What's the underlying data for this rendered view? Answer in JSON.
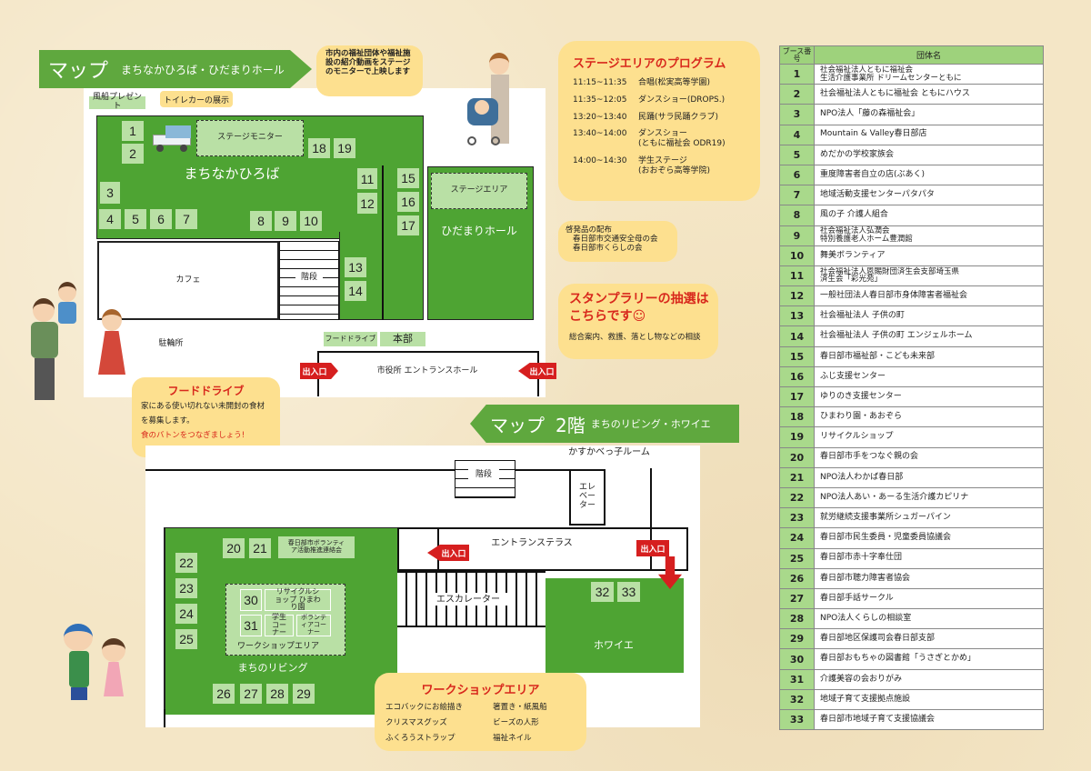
{
  "map1": {
    "title_main": "マップ",
    "title_sub": "まちなかひろば・ひだまりホール",
    "plaza": "まちなかひろば",
    "hall": "ひだまりホール",
    "stage_monitor": "ステージモニター",
    "stage_area": "ステージエリア",
    "cafe": "カフェ",
    "stairs": "階段",
    "bike": "駐輪所",
    "balloon": "風船プレゼント",
    "toilet_car": "トイレカーの展示",
    "food_drive_tag": "フードドライブ",
    "hq": "本部",
    "entrance_hall": "市役所 エントランスホール",
    "exit": "出入口",
    "booths": {
      "b1": "1",
      "b2": "2",
      "b3": "3",
      "b4": "4",
      "b5": "5",
      "b6": "6",
      "b7": "7",
      "b8": "8",
      "b9": "9",
      "b10": "10",
      "b11": "11",
      "b12": "12",
      "b13": "13",
      "b14": "14",
      "b15": "15",
      "b16": "16",
      "b17": "17",
      "b18": "18",
      "b19": "19"
    }
  },
  "callouts": {
    "video": "市内の福祉団体や福祉施設の紹介動画をステージのモニターで上映します",
    "program": {
      "title": "ステージエリアのプログラム",
      "items": [
        {
          "time": "11:15~11:35",
          "act": "合唱(松実高等学園)"
        },
        {
          "time": "11:35~12:05",
          "act": "ダンスショー(DROPS.)"
        },
        {
          "time": "13:20~13:40",
          "act": "民踊(サラ民踊クラブ)"
        },
        {
          "time": "13:40~14:00",
          "act": "ダンスショー\n(ともに福祉会 ODR19)"
        },
        {
          "time": "14:00~14:30",
          "act": "学生ステージ\n(おおぞら高等学院)"
        }
      ]
    },
    "distribution": {
      "title": "啓発品の配布",
      "line1": "春日部市交通安全母の会",
      "line2": "春日部市くらしの会"
    },
    "stamp": {
      "title": "スタンプラリーの抽選はこちらです☺",
      "text": "総合案内、救護、落とし物などの相談"
    },
    "food_drive": {
      "title": "フードドライブ",
      "text": "家にある使い切れない未開封の食材を募集します。",
      "slogan": "食のバトンをつなぎましょう!"
    },
    "workshop": {
      "title": "ワークショップエリア",
      "items": [
        "エコバックにお絵描き",
        "箸置き・紙風船",
        "クリスマスグッズ",
        "ビーズの人形",
        "ふくろうストラップ",
        "福祉ネイル"
      ]
    }
  },
  "map2": {
    "title_main": "マップ",
    "title_floor": "2階",
    "title_sub": "まちのリビング・ホワイエ",
    "kids_room": "かすかべっ子ルーム",
    "stairs": "階段",
    "elevator": "エレベーター",
    "terrace": "エントランステラス",
    "escalator": "エスカレーター",
    "living": "まちのリビング",
    "foyer": "ホワイエ",
    "exit": "出入口",
    "volunteer_council": "春日部市ボランティア活動推進連絡会",
    "recycle_shop": "リサイクルショップ ひまわり園",
    "student_corner": "学生コーナー",
    "volunteer_corner": "ボランティアコーナー",
    "workshop_area": "ワークショップエリア",
    "booths": {
      "b20": "20",
      "b21": "21",
      "b22": "22",
      "b23": "23",
      "b24": "24",
      "b25": "25",
      "b26": "26",
      "b27": "27",
      "b28": "28",
      "b29": "29",
      "b30": "30",
      "b31": "31",
      "b32": "32",
      "b33": "33"
    }
  },
  "table": {
    "col_booth": "ブース番号",
    "col_name": "団体名",
    "rows": [
      {
        "n": "1",
        "name": "社会福祉法人ともに福祉会\n生活介護事業所 ドリームセンターともに"
      },
      {
        "n": "2",
        "name": "社会福祉法人ともに福祉会 ともにハウス"
      },
      {
        "n": "3",
        "name": "NPO法人「藤の森福祉会」"
      },
      {
        "n": "4",
        "name": "Mountain & Valley春日部店"
      },
      {
        "n": "5",
        "name": "めだかの学校家族会"
      },
      {
        "n": "6",
        "name": "重度障害者自立の店(ぶあく)"
      },
      {
        "n": "7",
        "name": "地域活動支援センターパタパタ"
      },
      {
        "n": "8",
        "name": "風の子 介護人組合"
      },
      {
        "n": "9",
        "name": "社会福祉法人弘潤会\n特別養護老人ホーム豊潤館"
      },
      {
        "n": "10",
        "name": "舞美ボランティア"
      },
      {
        "n": "11",
        "name": "社会福祉法人恩賜財団済生会支部埼玉県\n済生会「彩光苑」"
      },
      {
        "n": "12",
        "name": "一般社団法人春日部市身体障害者福祉会"
      },
      {
        "n": "13",
        "name": "社会福祉法人 子供の町"
      },
      {
        "n": "14",
        "name": "社会福祉法人 子供の町 エンジェルホーム"
      },
      {
        "n": "15",
        "name": "春日部市福祉部・こども未来部"
      },
      {
        "n": "16",
        "name": "ふじ支援センター"
      },
      {
        "n": "17",
        "name": "ゆりのき支援センター"
      },
      {
        "n": "18",
        "name": "ひまわり園・あおぞら"
      },
      {
        "n": "19",
        "name": "リサイクルショップ"
      },
      {
        "n": "20",
        "name": "春日部市手をつなぐ親の会"
      },
      {
        "n": "21",
        "name": "NPO法人わかば春日部"
      },
      {
        "n": "22",
        "name": "NPO法人あい・あーる生活介護カピリナ"
      },
      {
        "n": "23",
        "name": "就労継続支援事業所シュガーパイン"
      },
      {
        "n": "24",
        "name": "春日部市民生委員・児童委員協議会"
      },
      {
        "n": "25",
        "name": "春日部市赤十字奉仕団"
      },
      {
        "n": "26",
        "name": "春日部市聴力障害者協会"
      },
      {
        "n": "27",
        "name": "春日部手話サークル"
      },
      {
        "n": "28",
        "name": "NPO法人くらしの相談室"
      },
      {
        "n": "29",
        "name": "春日部地区保護司会春日部支部"
      },
      {
        "n": "30",
        "name": "春日部おもちゃの図書館「うさぎとかめ」"
      },
      {
        "n": "31",
        "name": "介護美容の会おりがみ"
      },
      {
        "n": "32",
        "name": "地域子育て支援拠点施設"
      },
      {
        "n": "33",
        "name": "春日部市地域子育て支援協議会"
      }
    ]
  },
  "colors": {
    "green": "#4ea433",
    "booth": "#b9e0a5",
    "callout": "#fde08f",
    "red": "#d61f1f"
  }
}
